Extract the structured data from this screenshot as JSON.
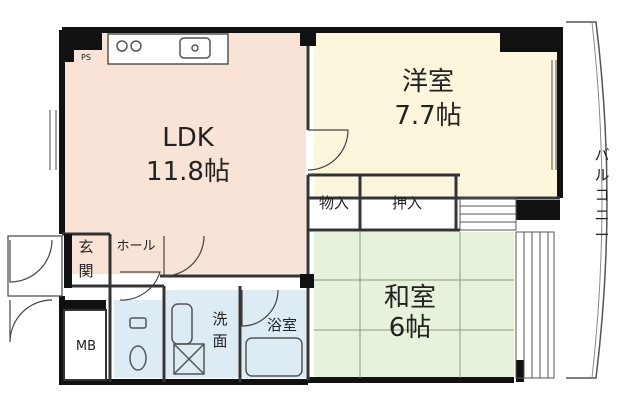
{
  "rooms": {
    "ldk": {
      "name": "LDK",
      "size": "11.8帖",
      "color": "#f9e2d6"
    },
    "western": {
      "name": "洋室",
      "size": "7.7帖",
      "color": "#fbf6dc"
    },
    "japanese": {
      "name": "和室",
      "size": "6帖",
      "color": "#e6f2dc"
    },
    "bath_color": "#dcebf4"
  },
  "labels": {
    "ps": "PS",
    "closet": "物入",
    "oshiire": "押入",
    "genkan": "玄関",
    "hall": "ホール",
    "mb": "MB",
    "senmen": "洗面",
    "bathroom": "浴室",
    "balcony": "バルコニー"
  }
}
